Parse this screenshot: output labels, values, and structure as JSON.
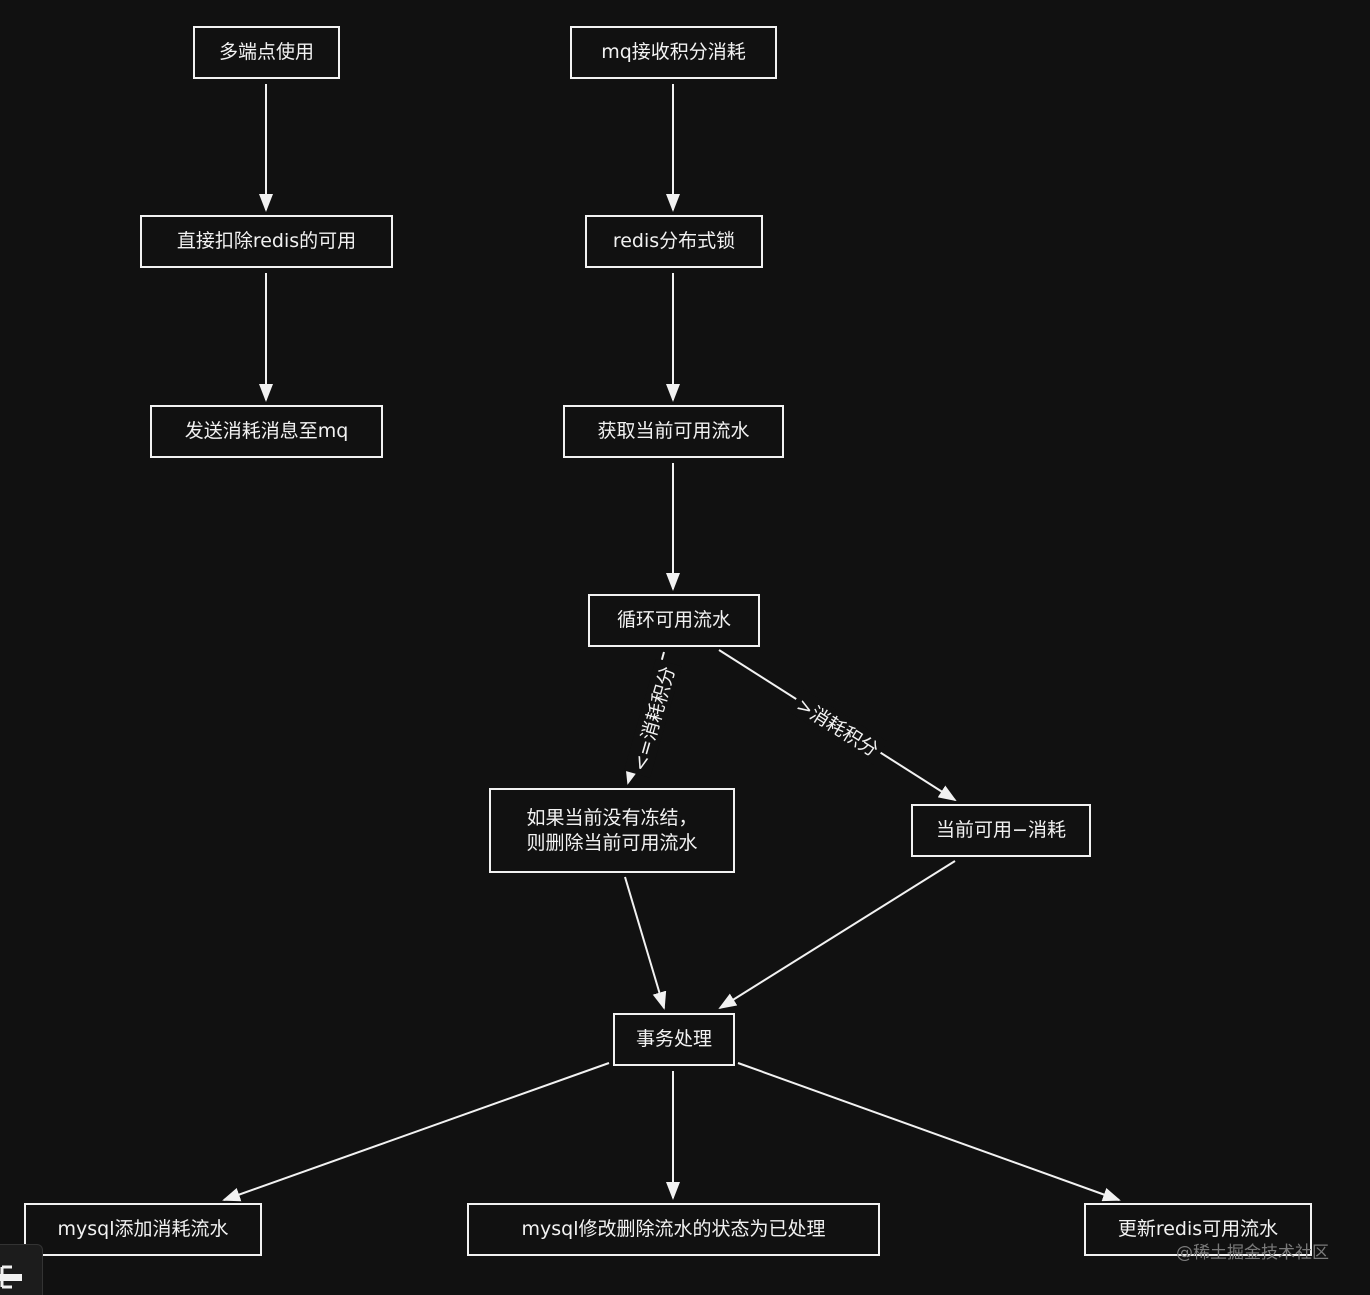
{
  "nodes": {
    "multi_endpoint": "多端点使用",
    "deduct_redis": "直接扣除redis的可用",
    "send_mq": "发送消耗消息至mq",
    "mq_receive": "mq接收积分消耗",
    "redis_lock": "redis分布式锁",
    "get_flow": "获取当前可用流水",
    "loop_flow": "循环可用流水",
    "no_freeze_delete": "如果当前没有冻结，\n则删除当前可用流水",
    "available_minus": "当前可用−消耗",
    "transaction": "事务处理",
    "mysql_add": "mysql添加消耗流水",
    "mysql_update": "mysql修改删除流水的状态为已处理",
    "update_redis": "更新redis可用流水"
  },
  "edges": {
    "le_consume": "<=消耗积分",
    "gt_consume": ">消耗积分"
  },
  "watermark": "@稀土掘金技术社区",
  "colors": {
    "background": "#111111",
    "stroke": "#f2f2f2"
  }
}
